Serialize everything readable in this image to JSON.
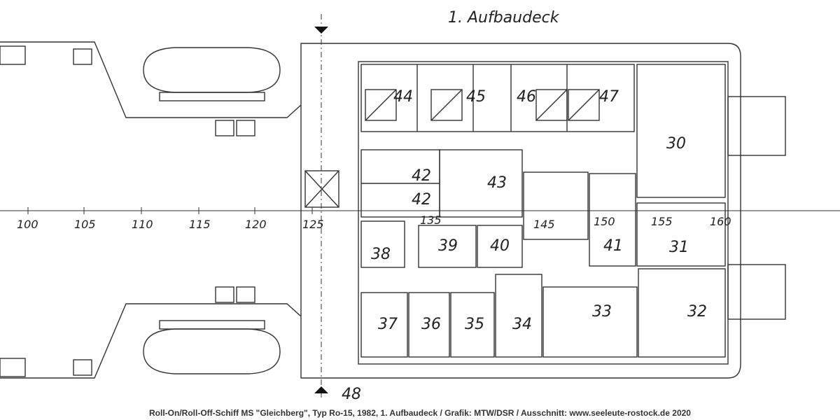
{
  "title": "1. Aufbaudeck",
  "section_marker": "48",
  "frame_numbers": [
    "100",
    "105",
    "110",
    "115",
    "120",
    "125",
    "135",
    "145",
    "150",
    "155",
    "160"
  ],
  "rooms": [
    "44",
    "45",
    "46",
    "47",
    "30",
    "42",
    "43",
    "42",
    "39",
    "40",
    "38",
    "41",
    "31",
    "37",
    "36",
    "35",
    "34",
    "33",
    "32"
  ],
  "caption": "Roll-On/Roll-Off-Schiff MS \"Gleichberg\", Typ Ro-15, 1982, 1. Aufbaudeck / Grafik: MTW/DSR / Ausschnitt: www.seeleute-rostock.de 2020"
}
